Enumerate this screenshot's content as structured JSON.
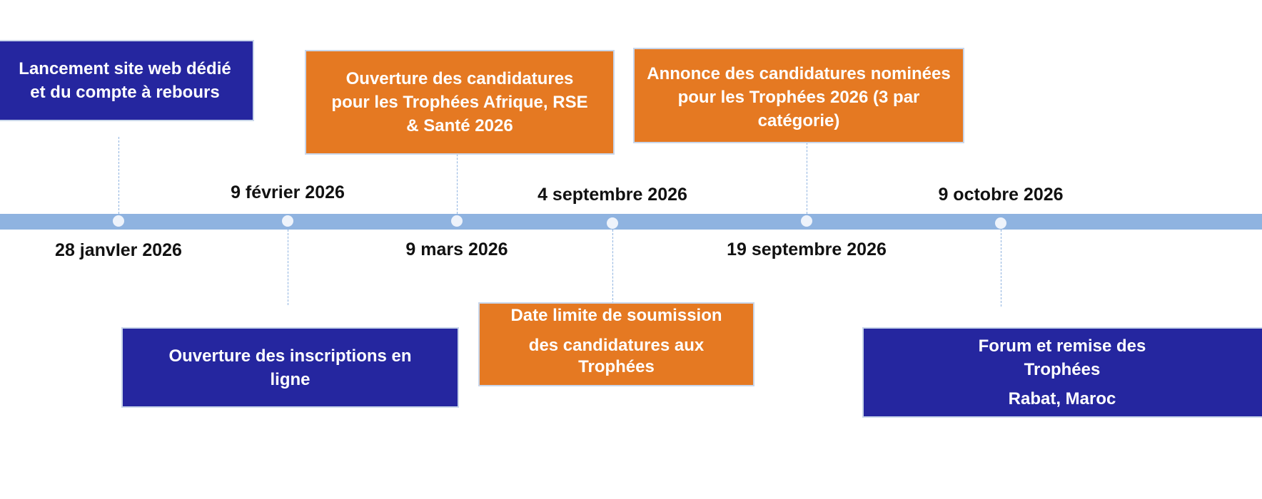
{
  "colors": {
    "timeline": "#8fb3e0",
    "blue_box": "#25269f",
    "orange_box": "#e57922"
  },
  "events": [
    {
      "date": "28 janvIer 2026",
      "lines": [
        "Lancement site web dédié",
        "et du compte à rebours"
      ],
      "color": "#25269f"
    },
    {
      "date": "9 février 2026",
      "lines": [
        "Ouverture des inscriptions en",
        "ligne"
      ],
      "color": "#25269f"
    },
    {
      "date": "9 mars 2026",
      "lines": [
        "Ouverture des candidatures",
        "pour les Trophées Afrique, RSE",
        "& Santé 2026"
      ],
      "color": "#e57922"
    },
    {
      "date": "4 septembre 2026",
      "lines": [
        "Date limite de soumission",
        "des candidatures aux",
        "Trophées"
      ],
      "color": "#e57922"
    },
    {
      "date": "19 septembre  2026",
      "lines": [
        "Annonce des candidatures nominées",
        "pour les Trophées 2026 (3 par",
        "catégorie)"
      ],
      "color": "#e57922"
    },
    {
      "date": "9 octobre 2026",
      "lines": [
        "Forum et remise des",
        "Trophées",
        "Rabat, Maroc"
      ],
      "color": "#25269f"
    }
  ]
}
